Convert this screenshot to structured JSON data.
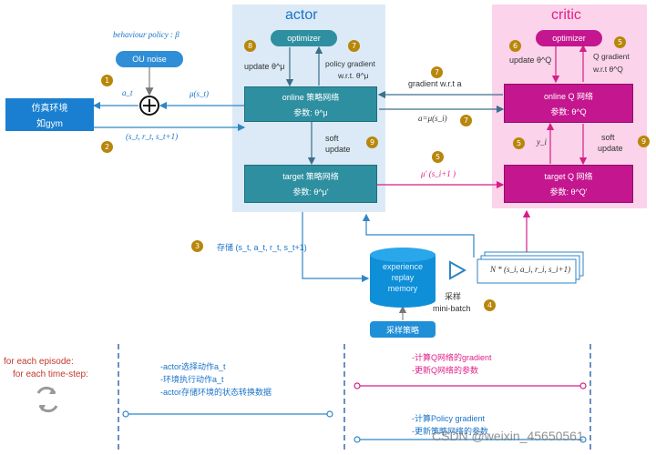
{
  "actor": {
    "title": "actor",
    "optimizer": "optimizer",
    "online_line1": "online 策略网络",
    "online_line2": "参数: θ^μ",
    "target_line1": "target 策略网络",
    "target_line2": "参数: θ^μ'",
    "update_label": "update θ^μ",
    "policy_gradient_l1": "policy gradient",
    "policy_gradient_l2": "w.r.t. θ^μ",
    "soft_update_l1": "soft",
    "soft_update_l2": "update"
  },
  "critic": {
    "title": "critic",
    "optimizer": "optimizer",
    "online_line1": "online Q 网络",
    "online_line2": "参数: θ^Q",
    "target_line1": "target Q 网络",
    "target_line2": "参数: θ^Q'",
    "update_label": "update θ^Q",
    "q_gradient_l1": "Q gradient",
    "q_gradient_l2": "w.r.t θ^Q",
    "yi_label": "y_i",
    "soft_update_l1": "soft",
    "soft_update_l2": "update"
  },
  "env": {
    "line1": "仿真环境",
    "line2": "如gym"
  },
  "behaviour_policy": "behaviour policy : β",
  "ou_noise": "OU noise",
  "edges": {
    "a_t": "a_t",
    "mu_st": "μ(s_t)",
    "transition": "(s_t, r_t, s_t+1)",
    "grad_wrt_a": "gradient w.r.t a",
    "a_eq_mu": "a=μ(s_i)",
    "mu_prime": "μ' (s_i+1 )",
    "store": "存储 (s_t, a_t, r_t, s_t+1)",
    "sample_l1": "采样",
    "sample_l2": "mini-batch"
  },
  "replay": {
    "line1": "experience",
    "line2": "replay",
    "line3": "memory"
  },
  "minibatch_box": "N * (s_i, a_i, r_i, s_i+1)",
  "sampling_policy": "采样策略",
  "badges": [
    "1",
    "2",
    "3",
    "4",
    "5",
    "5",
    "5",
    "6",
    "7",
    "7",
    "7",
    "8",
    "9",
    "9"
  ],
  "bottom": {
    "loop_l1": "for each episode:",
    "loop_l2": "for each time-step:",
    "actor_steps": [
      "-actor选择动作a_t",
      "-环境执行动作a_t",
      "-actor存储环境的状态转换数据"
    ],
    "critic_steps": [
      "-计算Q网络的gradient",
      "-更新Q网络的参数"
    ],
    "actor_update_steps": [
      "-计算Policy gradient",
      "-更新策略网络的参数"
    ]
  },
  "watermark": "CSDN @weixin_45650561",
  "colors": {
    "actor_bg": "#dbeaf6",
    "critic_bg": "#fbd3ea",
    "actor_box": "#2e8fa0",
    "critic_box": "#c4168f",
    "env_box": "#1a7fd0",
    "blue_text": "#1a73c9",
    "pink_text": "#e0218a",
    "badge": "#b8860b"
  }
}
